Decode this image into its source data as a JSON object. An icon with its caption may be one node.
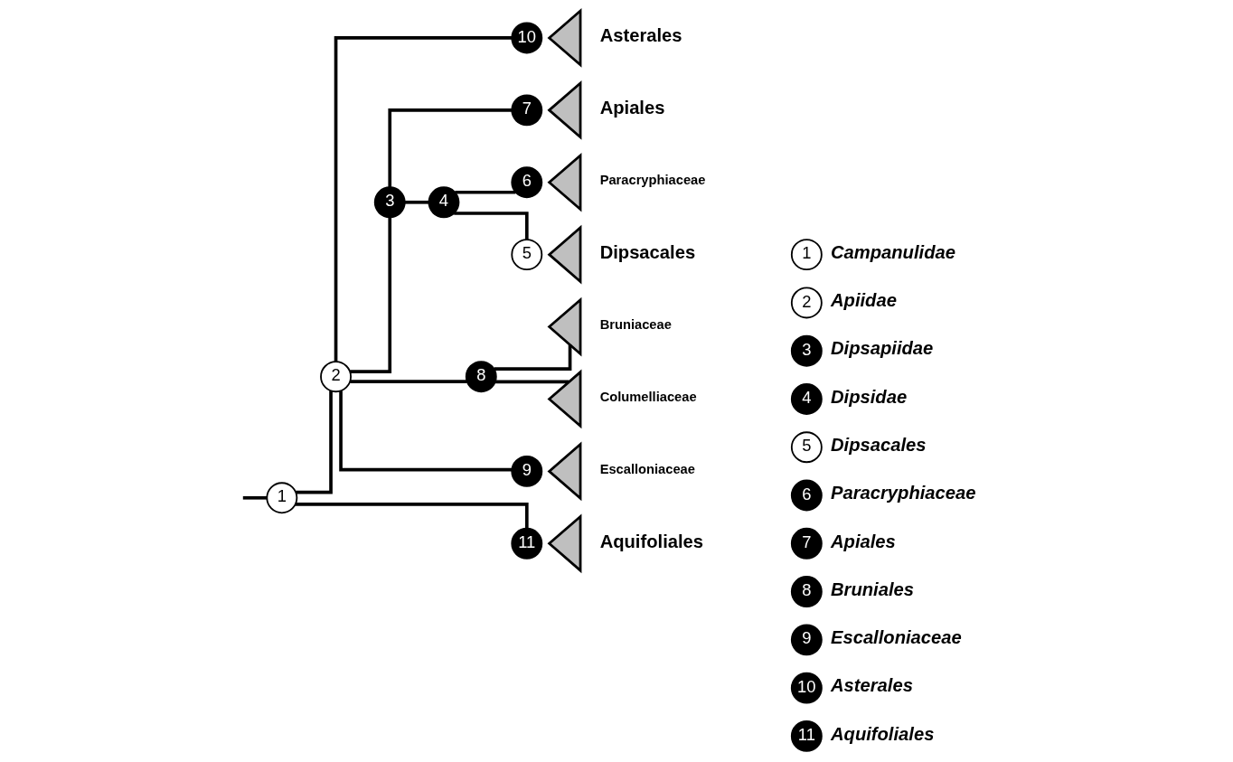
{
  "diagram": {
    "nodes": [
      {
        "text": [
          "1"
        ]
      },
      {
        "text": [
          "2"
        ]
      },
      {
        "text": [
          "3"
        ]
      },
      {
        "text": [
          "4"
        ]
      },
      {
        "text": [
          "5"
        ]
      },
      {
        "text": [
          "6"
        ]
      },
      {
        "text": [
          "7"
        ]
      },
      {
        "text": [
          "8"
        ]
      },
      {
        "text": [
          "9"
        ]
      },
      {
        "text": [
          "10"
        ]
      },
      {
        "text": [
          "11"
        ]
      },
      {
        "text": [],
        "shape": "triangle",
        "beside": [
          "Dipsacales"
        ]
      },
      {
        "text": [],
        "shape": "triangle",
        "beside": [
          "Paracryphiaceae"
        ]
      },
      {
        "text": [],
        "shape": "triangle",
        "beside": [
          "Apiales"
        ]
      },
      {
        "text": [],
        "shape": "triangle",
        "beside": [
          "Columelliaceae"
        ]
      },
      {
        "text": [],
        "shape": "triangle",
        "beside": [
          "Bruniaceae"
        ]
      },
      {
        "text": [],
        "shape": "triangle",
        "beside": [
          "Escalloniaceae"
        ]
      },
      {
        "text": [],
        "shape": "triangle",
        "beside": [
          "Asterales"
        ]
      },
      {
        "text": [],
        "shape": "triangle",
        "beside": [
          "Aquifoliales"
        ]
      },
      {
        "text": [
          "1"
        ],
        "beside": [
          "Campanulidae"
        ]
      },
      {
        "text": [
          "2"
        ],
        "beside": [
          "Apiidae"
        ]
      },
      {
        "text": [
          "3"
        ],
        "beside": [
          "Dipsapiidae"
        ]
      },
      {
        "text": [
          "4"
        ],
        "beside": [
          "Dipsidae"
        ]
      },
      {
        "text": [
          "5"
        ],
        "beside": [
          "Dipsacales"
        ]
      },
      {
        "text": [
          "6"
        ],
        "beside": [
          "Paracryphiaceae"
        ]
      },
      {
        "text": [
          "7"
        ],
        "beside": [
          "Apiales"
        ]
      },
      {
        "text": [
          "8"
        ],
        "beside": [
          "Bruniales"
        ]
      },
      {
        "text": [
          "9"
        ],
        "beside": [
          "Escalloniaceae"
        ]
      },
      {
        "text": [
          "10"
        ],
        "beside": [
          "Asterales"
        ]
      },
      {
        "text": [
          "11"
        ],
        "beside": [
          "Aquifoliales"
        ]
      }
    ],
    "edges": [
      {
        "from": null,
        "to": 0,
        "arrow": "none"
      },
      {
        "from": 0,
        "to": 1,
        "arrow": "none"
      },
      {
        "from": 0,
        "to": 10,
        "arrow": "none"
      },
      {
        "from": 1,
        "to": 2,
        "arrow": "none"
      },
      {
        "from": 1,
        "to": 7,
        "arrow": "none"
      },
      {
        "from": 1,
        "to": 8,
        "arrow": "none"
      },
      {
        "from": 1,
        "to": 9,
        "arrow": "none"
      },
      {
        "from": 2,
        "to": 3,
        "arrow": "none"
      },
      {
        "from": 2,
        "to": 6,
        "arrow": "none"
      },
      {
        "from": 3,
        "to": 4,
        "arrow": "none"
      },
      {
        "from": 3,
        "to": 5,
        "arrow": "none"
      },
      {
        "from": 7,
        "to": 14,
        "arrow": "none"
      },
      {
        "from": 7,
        "to": 15,
        "arrow": "none"
      }
    ]
  }
}
